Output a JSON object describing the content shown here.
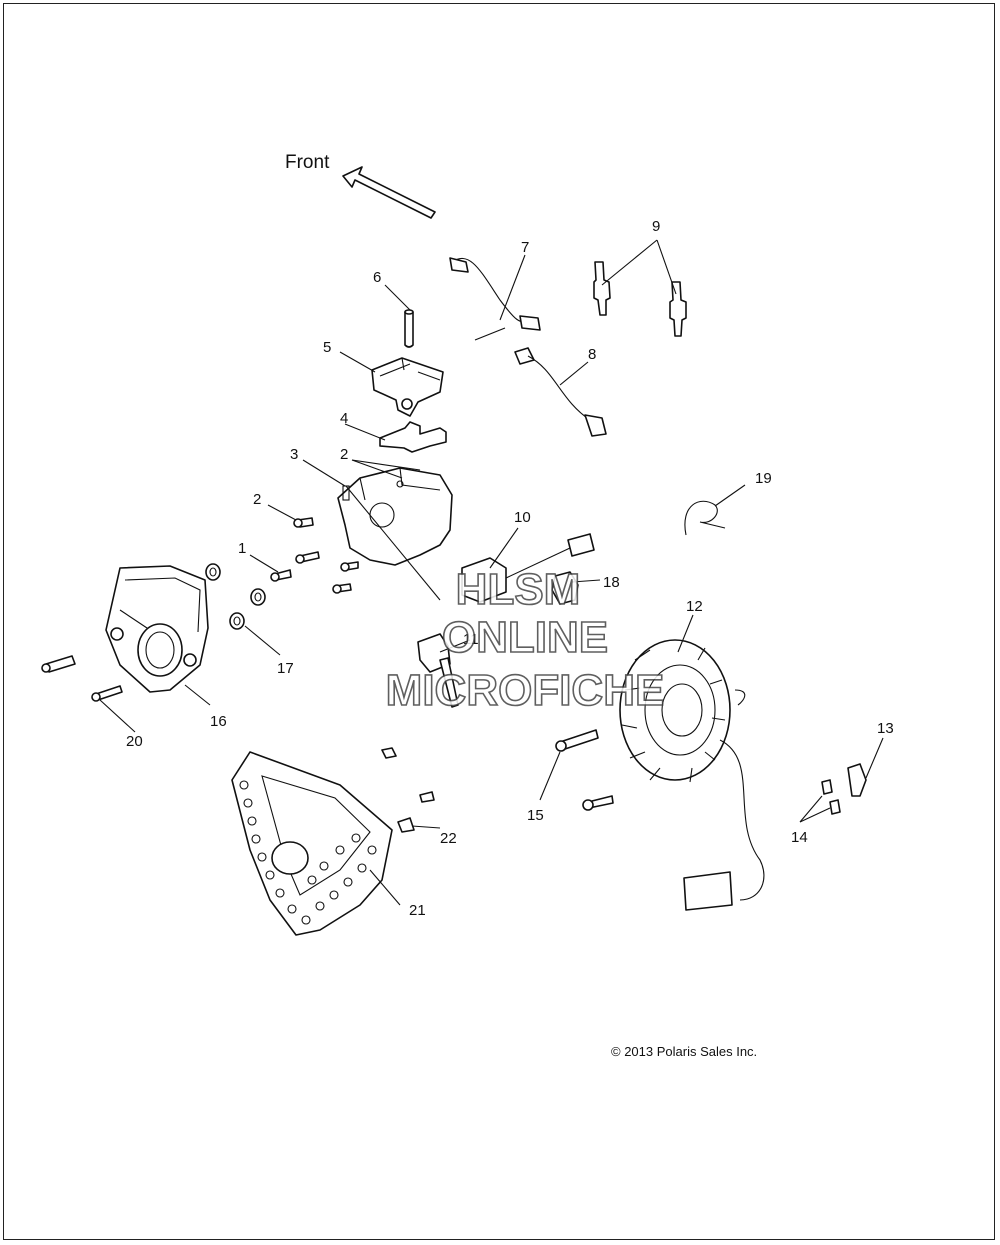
{
  "front_label": "Front",
  "copyright": "© 2013 Polaris Sales Inc.",
  "watermark": {
    "line1": "HLSM",
    "line2": "ONLINE",
    "line3": "MICROFICHE"
  },
  "callouts": {
    "c1": "1",
    "c2a": "2",
    "c2b": "2",
    "c3": "3",
    "c4": "4",
    "c5": "5",
    "c6": "6",
    "c7": "7",
    "c8": "8",
    "c9": "9",
    "c10": "10",
    "c11": "11",
    "c12": "12",
    "c13": "13",
    "c14": "14",
    "c15": "15",
    "c16": "16",
    "c17": "17",
    "c18": "18",
    "c19": "19",
    "c20": "20",
    "c21": "21",
    "c22": "22"
  }
}
